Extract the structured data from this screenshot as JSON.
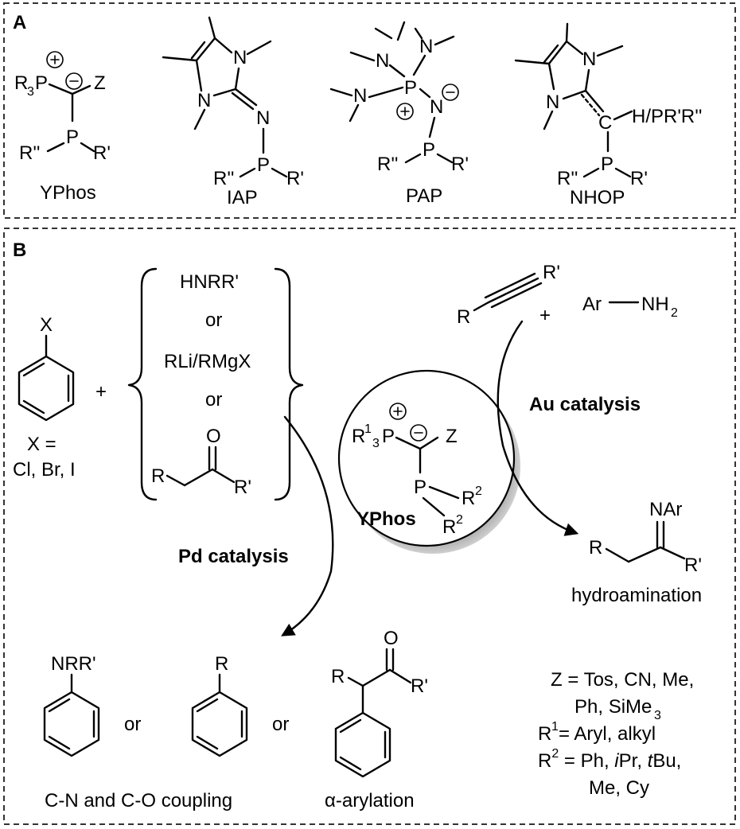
{
  "panels": {
    "a_label": "A",
    "b_label": "B"
  },
  "panel_a": {
    "yphos": {
      "caption": "YPhos",
      "r3p_r": "R",
      "r3p_sub": "3",
      "r3p_p": "P",
      "plus": "+",
      "minus": "−",
      "z": "Z",
      "p": "P",
      "r2": "R''",
      "r1": "R'"
    },
    "iap": {
      "caption": "IAP",
      "n_top": "N",
      "n_bot": "N",
      "n_imine": "N",
      "p": "P",
      "r2": "R''",
      "r1": "R'"
    },
    "pap": {
      "caption": "PAP",
      "n1": "N",
      "n2": "N",
      "n3": "N",
      "p_center": "P",
      "plus": "+",
      "n_anion": "N",
      "minus": "−",
      "p": "P",
      "r2": "R''",
      "r1": "R'"
    },
    "nhop": {
      "caption": "NHOP",
      "n_top": "N",
      "n_bot": "N",
      "c": "C",
      "substituent": "H/PR'R''",
      "p": "P",
      "r2": "R''",
      "r1": "R'"
    }
  },
  "panel_b": {
    "aryl_halide": {
      "x": "X",
      "x_def": "X =",
      "halides": "Cl, Br, I"
    },
    "plus": "+",
    "reagents": {
      "amine": "HNRR'",
      "or1": "or",
      "organometal": "RLi/RMgX",
      "or2": "or",
      "ketone_o": "O",
      "ketone_r": "R",
      "ketone_r1": "R'"
    },
    "alkyne": {
      "r1": "R'",
      "r": "R",
      "plus": "+",
      "aniline_ar": "Ar",
      "aniline_nh": "NH",
      "aniline_sub": "2"
    },
    "au_catalysis": "Au catalysis",
    "pd_catalysis": "Pd catalysis",
    "circle": {
      "r1_letter": "R",
      "r1_sup": "1",
      "r1_sub": "3",
      "r1_p": "P",
      "plus": "+",
      "minus": "−",
      "z": "Z",
      "p": "P",
      "r2a_letter": "R",
      "r2a_sup": "2",
      "r2b_letter": "R",
      "r2b_sup": "2",
      "name": "YPhos"
    },
    "imine": {
      "nar": "NAr",
      "r": "R",
      "r1": "R'",
      "caption": "hydroamination"
    },
    "products": {
      "amine_label": "NRR'",
      "or1": "or",
      "alkyl_label": "R",
      "or2": "or",
      "ketone_o": "O",
      "ketone_r": "R",
      "ketone_r1": "R'",
      "caption_coupling": "C-N and C-O coupling",
      "caption_arylation": "α-arylation"
    },
    "legend": {
      "z_line1": "Z = Tos, CN, Me,",
      "z_line2_a": "Ph, SiMe",
      "z_line2_sub": "3",
      "r1_letter": "R",
      "r1_sup": "1",
      "r1_def": " = Aryl, alkyl",
      "r2_letter": "R",
      "r2_sup": "2",
      "r2_def_a": " = Ph, ",
      "r2_i": "i",
      "r2_pr": "Pr, ",
      "r2_t": "t",
      "r2_bu": "Bu,",
      "r2_line2": "Me, Cy"
    }
  }
}
